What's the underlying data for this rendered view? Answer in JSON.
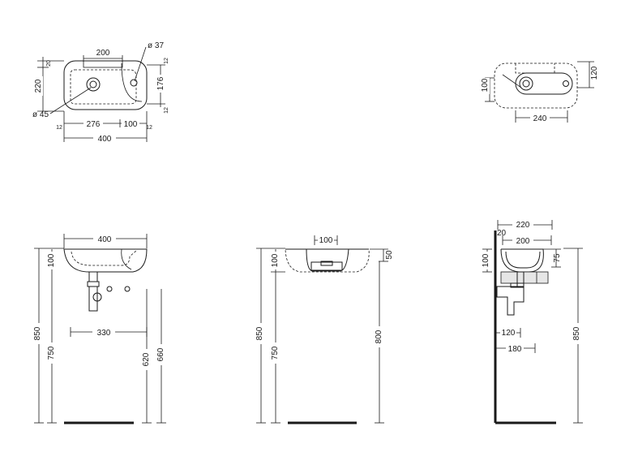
{
  "top_plan": {
    "width_400": "400",
    "dim_200": "200",
    "dim_220": "220",
    "dim_20": "20",
    "dim_176": "176",
    "dim_12_right_top": "12",
    "dim_12_right_bottom": "12",
    "dim_276": "276",
    "dim_100": "100",
    "dim_12_left": "12",
    "dim_12_right": "12",
    "hole_small": "ø 37",
    "hole_drain": "ø 45"
  },
  "top_right_plan": {
    "dim_100": "100",
    "dim_120": "120",
    "dim_240": "240"
  },
  "front_view": {
    "width_400": "400",
    "depth_100": "100",
    "height_850": "850",
    "height_750": "750",
    "dim_330": "330",
    "dim_620": "620",
    "dim_660": "660"
  },
  "middle_view": {
    "dim_100_top": "100",
    "dim_50": "50",
    "depth_100": "100",
    "height_850": "850",
    "height_750": "750",
    "height_800": "800"
  },
  "side_view": {
    "dim_220": "220",
    "dim_20": "20",
    "dim_200": "200",
    "dim_100": "100",
    "dim_75": "75",
    "dim_120": "120",
    "dim_180": "180",
    "height_850": "850"
  }
}
